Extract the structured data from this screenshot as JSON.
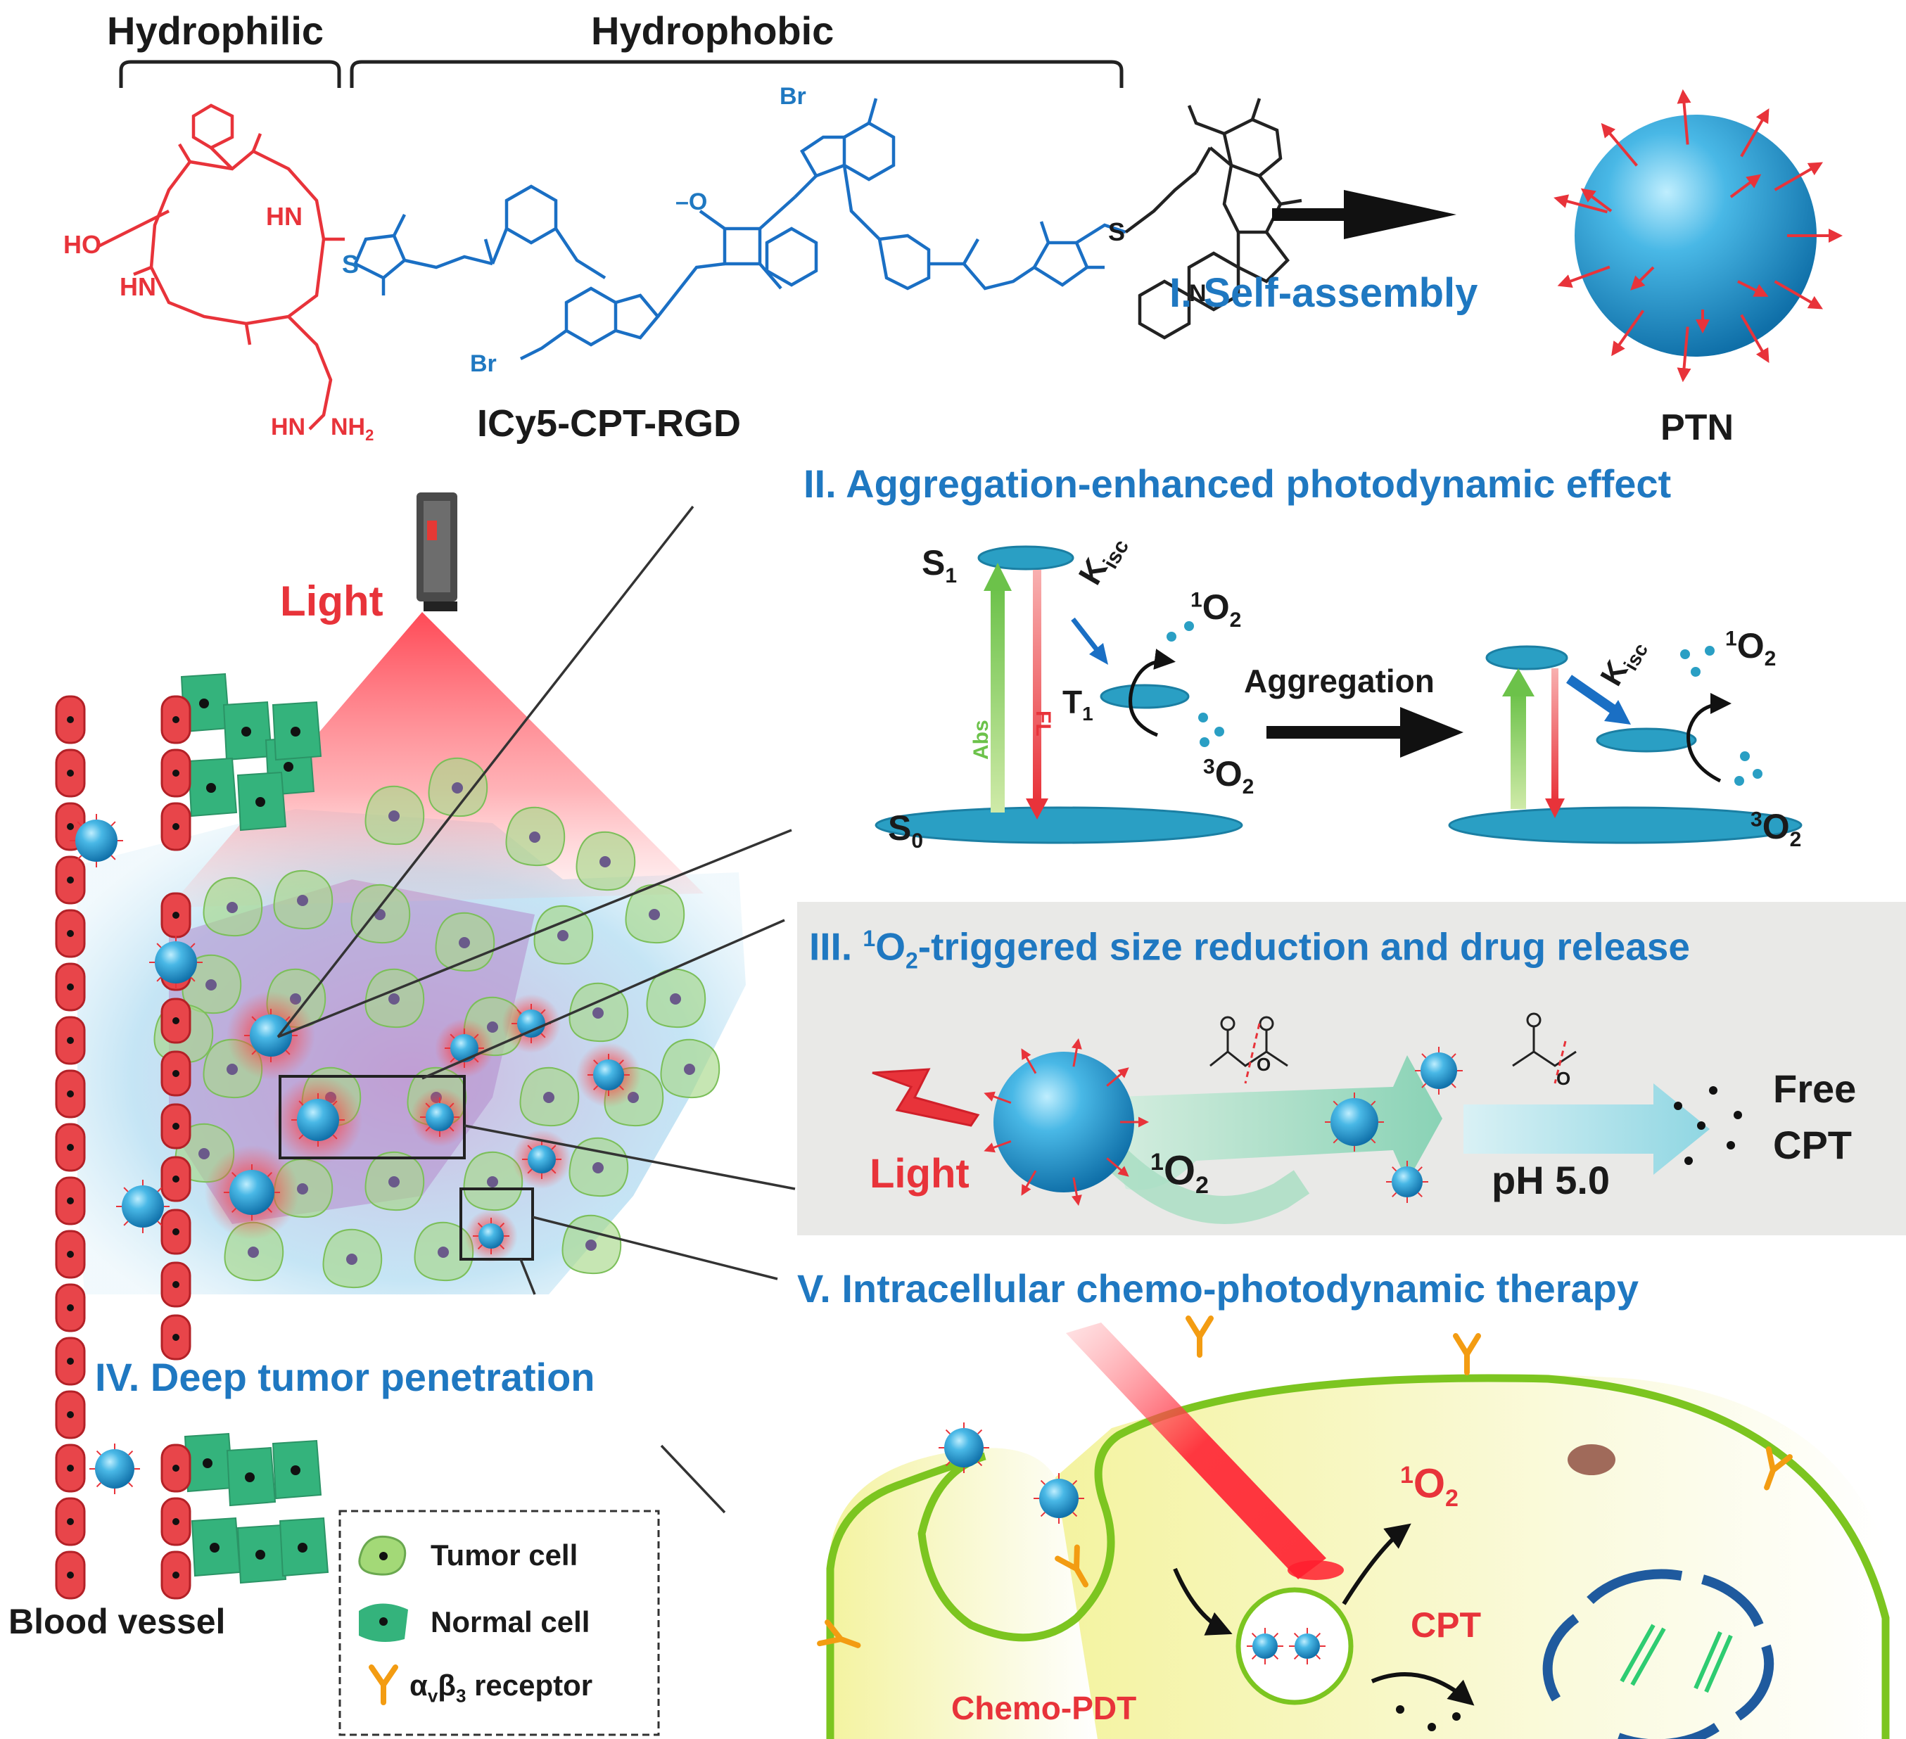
{
  "header": {
    "hydrophilic": "Hydrophilic",
    "hydrophobic": "Hydrophobic"
  },
  "molecule": {
    "name": "ICy5-CPT-RGD",
    "atoms": {
      "ho": "HO",
      "o": "O",
      "hn": "HN",
      "nh": "NH",
      "h": "H",
      "n": "N",
      "s": "S",
      "nh2": "NH",
      "nh2_sub": "2",
      "br": "Br",
      "neg_o": "–O",
      "n_plus": "N"
    }
  },
  "steps": {
    "self_assembly": "I. Self-assembly",
    "aggregation_title": "II. Aggregation-enhanced photodynamic effect",
    "size_reduction_title_pre": "III. ",
    "size_reduction_sup": "1",
    "size_reduction_o": "O",
    "size_reduction_sub": "2",
    "size_reduction_title_post": "-triggered size reduction and drug release",
    "penetration_title": "IV. Deep tumor penetration",
    "intracellular_title": "V. Intracellular chemo-photodynamic therapy"
  },
  "nanoparticle_label": "PTN",
  "light_label": "Light",
  "jablonski": {
    "s1": "S",
    "s1_sub": "1",
    "t1": "T",
    "t1_sub": "1",
    "s0": "S",
    "s0_sub": "0",
    "kisc": "K",
    "kisc_sub": "isc",
    "abs": "Abs",
    "fl": "FL",
    "singlet_o2_sup": "1",
    "o2": "O",
    "o2_sub": "2",
    "triplet_o2_sup": "3",
    "aggregation": "Aggregation"
  },
  "release": {
    "light": "Light",
    "singlet_sup": "1",
    "o": "O",
    "sub": "2",
    "ph": "pH 5.0",
    "free_cpt_1": "Free",
    "free_cpt_2": "CPT",
    "ester_o": "O"
  },
  "cell": {
    "singlet_sup": "1",
    "o": "O",
    "sub": "2",
    "cpt": "CPT",
    "chemo_pdt": "Chemo-PDT"
  },
  "legend": {
    "tumor_cell": "Tumor cell",
    "normal_cell": "Normal cell",
    "receptor_alpha": "α",
    "receptor_v": "v",
    "receptor_beta": "β",
    "receptor_3": "3",
    "receptor_rest": " receptor"
  },
  "blood_vessel": "Blood vessel",
  "colors": {
    "red_text": "#e8333a",
    "blue_text": "#1f78c1",
    "rgd_red": "#e8333a",
    "icy5_blue": "#1a6fc4",
    "particle_blue": "#2aa0d8",
    "green_cell": "#8bc34a",
    "normal_green": "#3cb371",
    "membrane_green": "#7cc520",
    "receptor_orange": "#f39c12"
  }
}
